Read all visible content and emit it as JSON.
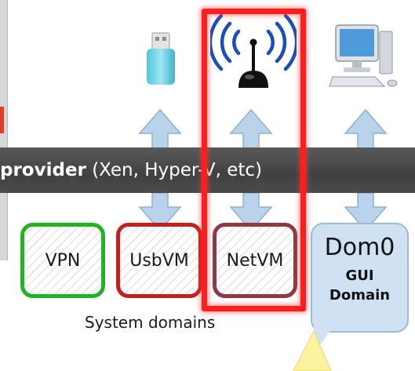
{
  "hypervisor_bar": {
    "bold_text": "provider",
    "rest_text": " (Xen, Hyper-V, etc)"
  },
  "domains": {
    "vpn": {
      "label": "VPN",
      "border_color": "#22b322"
    },
    "usbvm": {
      "label": "UsbVM",
      "border_color": "#c41f1f"
    },
    "netvm": {
      "label": "NetVM",
      "border_color": "#8e3a45"
    }
  },
  "dom0": {
    "title": "Dom0",
    "line2": "GUI",
    "line3": "Domain",
    "fill_color": "#cfe1f3"
  },
  "caption": "System domains",
  "icons": [
    "usb-stick-icon",
    "wifi-antenna-icon",
    "desktop-computer-icon"
  ],
  "colors": {
    "highlight": "#ff1e1e",
    "arrow_fill": "#b9d3ea",
    "bar": "#4a4a4a"
  }
}
